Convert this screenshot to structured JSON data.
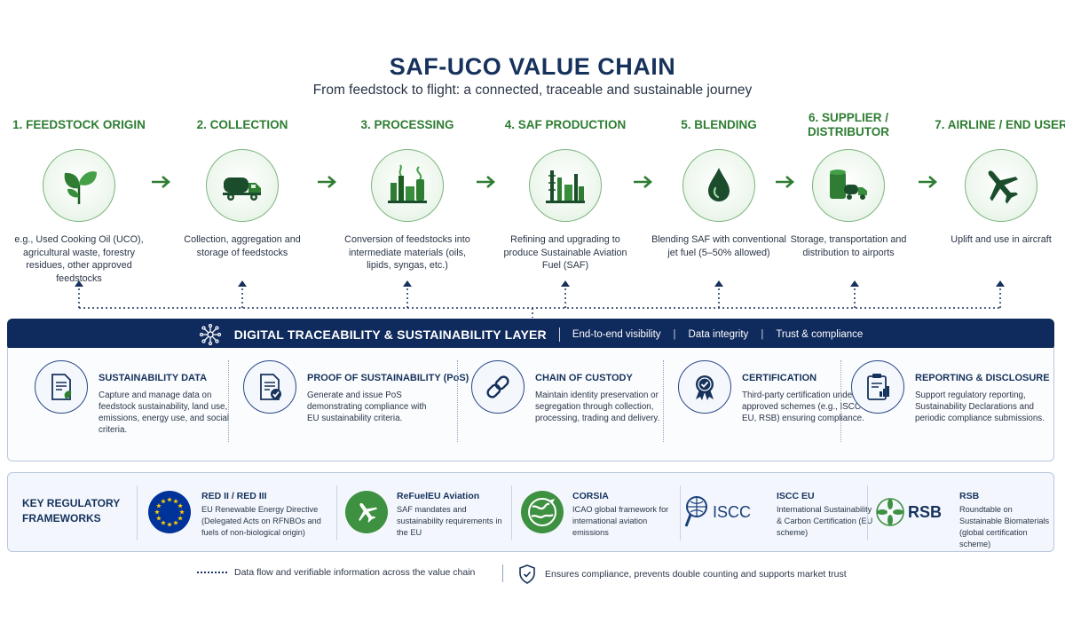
{
  "header": {
    "title": "SAF-UCO VALUE CHAIN",
    "subtitle": "From feedstock to flight: a connected, traceable and sustainable journey"
  },
  "stages": [
    {
      "title": "1. FEEDSTOCK ORIGIN",
      "icon": "leaf-icon",
      "desc": "e.g., Used Cooking Oil (UCO), agricultural waste, forestry residues, other approved feedstocks"
    },
    {
      "title": "2. COLLECTION",
      "icon": "truck-icon",
      "desc": "Collection, aggregation and storage of feedstocks"
    },
    {
      "title": "3. PROCESSING",
      "icon": "processing-plant-icon",
      "desc": "Conversion of feedstocks into intermediate materials (oils, lipids, syngas, etc.)"
    },
    {
      "title": "4. SAF PRODUCTION",
      "icon": "refinery-icon",
      "desc": "Refining and upgrading to produce Sustainable Aviation Fuel (SAF)"
    },
    {
      "title": "5. BLENDING",
      "icon": "fuel-drop-icon",
      "desc": "Blending SAF with conventional jet fuel (5–50% allowed)"
    },
    {
      "title": "6. SUPPLIER / DISTRIBUTOR",
      "icon": "storage-tanker-icon",
      "desc": "Storage, transportation and distribution to airports"
    },
    {
      "title": "7. AIRLINE / END USER",
      "icon": "airplane-icon",
      "desc": "Uplift and use in aircraft"
    }
  ],
  "layer": {
    "title": "DIGITAL TRACEABILITY & SUSTAINABILITY LAYER",
    "tags": [
      "End-to-end visibility",
      "Data integrity",
      "Trust & compliance"
    ],
    "cards": [
      {
        "title": "SUSTAINABILITY DATA",
        "desc": "Capture and manage data on feedstock sustainability, land use, emissions, energy use, and social criteria."
      },
      {
        "title": "PROOF OF SUSTAINABILITY (PoS)",
        "desc": "Generate and issue PoS demonstrating compliance with EU sustainability criteria."
      },
      {
        "title": "CHAIN OF CUSTODY",
        "desc": "Maintain identity preservation or segregation through collection, processing, trading and delivery."
      },
      {
        "title": "CERTIFICATION",
        "desc": "Third-party certification under approved schemes (e.g., ISCC EU, RSB) ensuring compliance."
      },
      {
        "title": "REPORTING & DISCLOSURE",
        "desc": "Support regulatory reporting, Sustainability Declarations and periodic compliance submissions."
      }
    ]
  },
  "regulatory": {
    "heading": "KEY REGULATORY FRAMEWORKS",
    "items": [
      {
        "name": "RED II / RED III",
        "desc": "EU Renewable Energy Directive (Delegated Acts on RFNBOs and fuels of non-biological origin)"
      },
      {
        "name": "ReFuelEU Aviation",
        "desc": "SAF mandates and sustainability requirements in the EU"
      },
      {
        "name": "CORSIA",
        "desc": "ICAO global framework for international aviation emissions"
      },
      {
        "name": "ISCC EU",
        "logo_text": "ISCC",
        "desc": "International Sustainability & Carbon Certification (EU scheme)"
      },
      {
        "name": "RSB",
        "logo_text": "RSB",
        "desc": "Roundtable on Sustainable Biomaterials (global certification scheme)"
      }
    ]
  },
  "footer": {
    "left": "Data flow and verifiable information across the value chain",
    "right": "Ensures compliance, prevents double counting and supports market trust"
  },
  "colors": {
    "green": "#2e7d32",
    "navy": "#0f2a5c",
    "eu_blue": "#003399",
    "eu_star": "#ffcc00",
    "reg_green": "#3f9142"
  }
}
